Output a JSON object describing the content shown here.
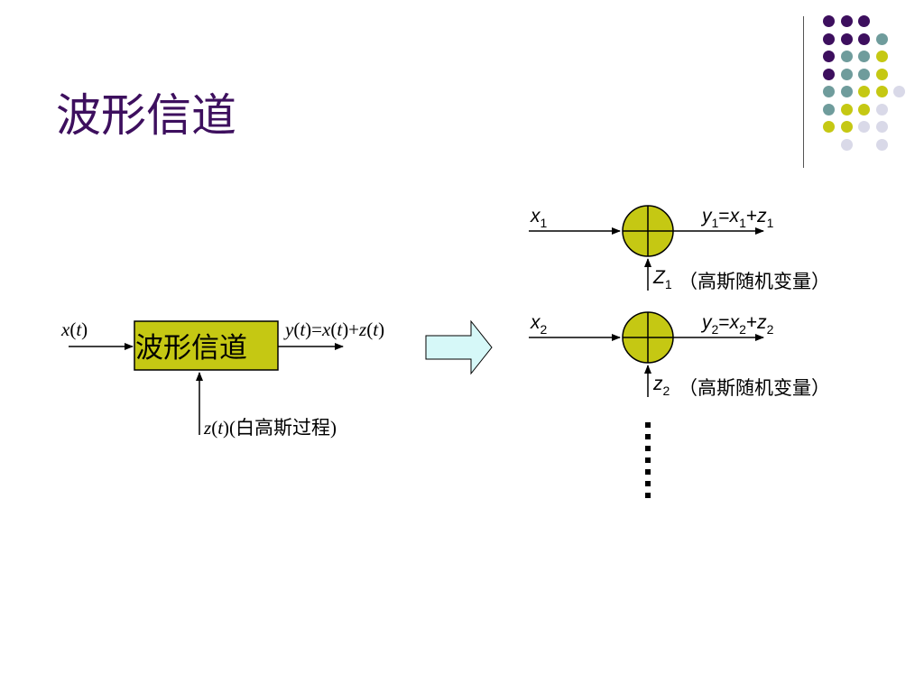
{
  "title": "波形信道",
  "channel_box_label": "波形信道",
  "input_label": "x(t)",
  "output_label": "y(t)=x(t)+z(t)",
  "noise_label": "z(t)(白高斯过程)",
  "rows": [
    {
      "input": "x1",
      "output": "y1=x1+z1",
      "noise": "Z1",
      "noise_note": "（高斯随机变量）"
    },
    {
      "input": "x2",
      "output": "y2=x2+z2",
      "noise": "z2",
      "noise_note": "（高斯随机变量）"
    }
  ],
  "colors": {
    "purple": "#3d0f5e",
    "teal": "#6f9c9c",
    "olive": "#c5c813",
    "lavender": "#d9d9e8",
    "arrow_fill": "#d6f8f8"
  },
  "icons": [
    "decorative-dot-grid",
    "right-arrow-shape",
    "summing-junction-icon",
    "continuation-ellipsis"
  ]
}
